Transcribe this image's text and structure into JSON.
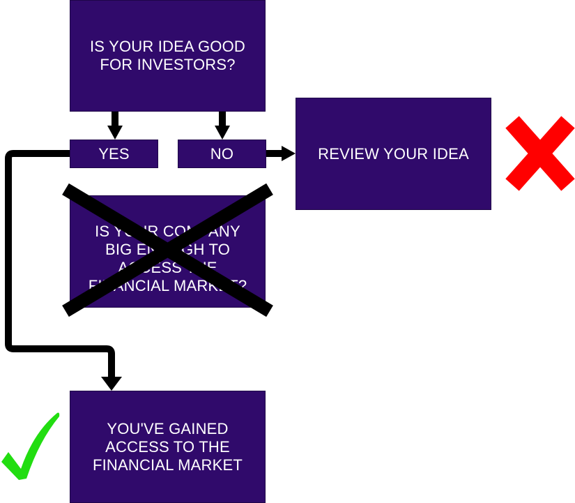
{
  "diagram": {
    "question_1": "IS YOUR IDEA GOOD\nFOR INVESTORS?",
    "yes_label": "YES",
    "no_label": "NO",
    "review_label": "REVIEW YOUR IDEA",
    "question_2": "IS YOUR COMPANY\nBIG ENOUGH TO\nACCESS THE\nFINANCIAL MARKET?",
    "result_label": "YOU'VE GAINED\nACCESS TO THE\nFINANCIAL MARKET"
  },
  "icons": {
    "reject": "red-x-icon",
    "approve": "green-checkmark-icon",
    "strike": "black-cross-out"
  },
  "colors": {
    "box_fill": "#300a6b",
    "box_text": "#ffffff",
    "arrow": "#000000",
    "reject_mark": "#ff0000",
    "approve_mark": "#22dd11"
  }
}
